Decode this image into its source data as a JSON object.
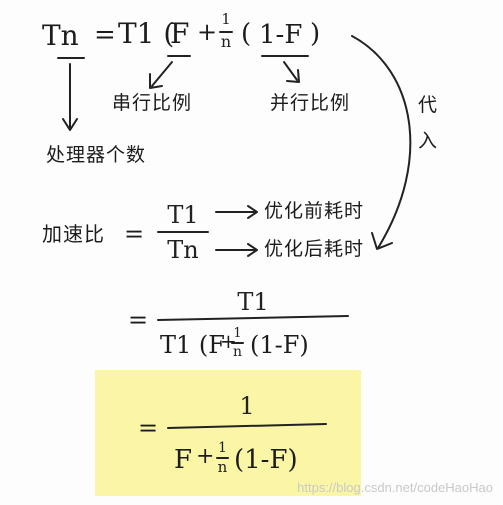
{
  "line1": {
    "lhs": "Tn",
    "eq": "=",
    "rhs_a": "T1 (",
    "f": "F",
    "plus": "+",
    "frac_num": "1",
    "frac_den": "n",
    "paren": "(",
    "one_minus_f": "1-F",
    "close": ")"
  },
  "labels": {
    "serial_ratio": "串行比例",
    "parallel_ratio": "并行比例",
    "processor_count": "处理器个数",
    "substitute_1": "代",
    "substitute_2": "入"
  },
  "speedup": {
    "label": "加速比",
    "eq": "=",
    "num": "T1",
    "den": "Tn",
    "before": "优化前耗时",
    "after": "优化后耗时"
  },
  "step2": {
    "eq": "=",
    "num": "T1",
    "den_a": "T1 (F",
    "plus": "+",
    "frac_num": "1",
    "frac_den": "n",
    "den_b": "(1-F)"
  },
  "step3": {
    "eq": "=",
    "num": "1",
    "den_a": "F",
    "plus": "+",
    "frac_num": "1",
    "frac_den": "n",
    "den_b": "(1-F)",
    "highlight_color": "#fbf6a6"
  },
  "watermark": "https://blog.csdn.net/codeHaoHao"
}
